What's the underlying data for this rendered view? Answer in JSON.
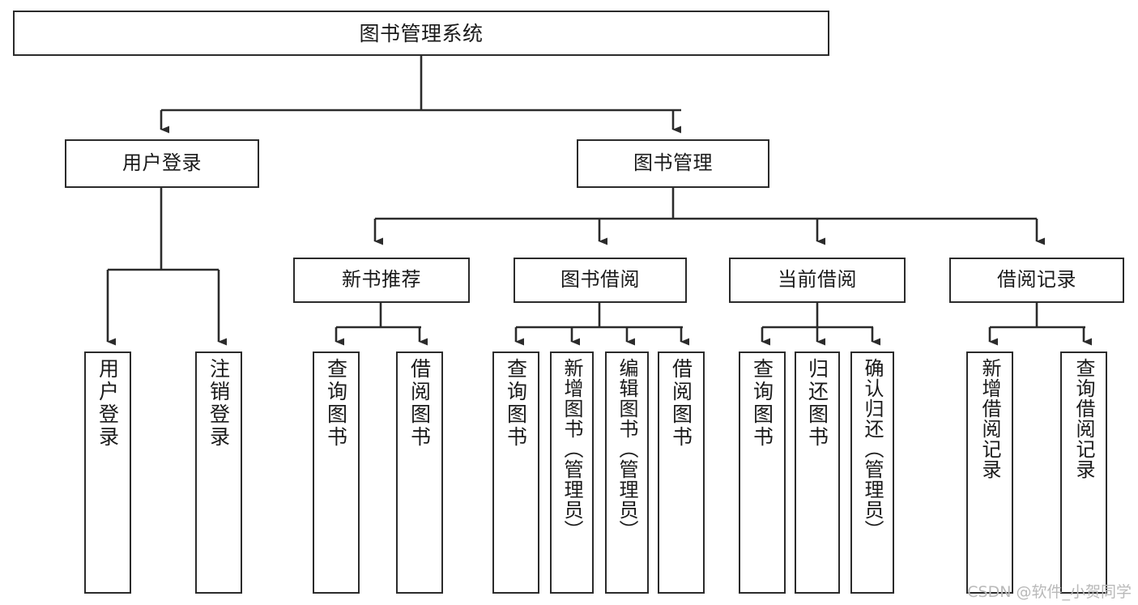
{
  "diagram": {
    "title": "图书管理系统",
    "type": "tree-hierarchy",
    "orientation": "top-down",
    "colors": {
      "box_border": "#2b2b2b",
      "box_fill": "#ffffff",
      "connector": "#2b2b2b",
      "text": "#1a1a1a",
      "watermark": "#b9b9b9",
      "background": "#ffffff"
    },
    "root": {
      "label": "图书管理系统"
    },
    "level1": [
      {
        "label": "用户登录"
      },
      {
        "label": "图书管理"
      }
    ],
    "level2": [
      {
        "label": "新书推荐"
      },
      {
        "label": "图书借阅"
      },
      {
        "label": "当前借阅"
      },
      {
        "label": "借阅记录"
      }
    ],
    "leaves": {
      "user_login": [
        {
          "label": "用户登录"
        },
        {
          "label": "注销登录"
        }
      ],
      "new_book_recommend": [
        {
          "label": "查询图书"
        },
        {
          "label": "借阅图书"
        }
      ],
      "book_borrow": [
        {
          "label": "查询图书"
        },
        {
          "label": "新增图书（管理员）"
        },
        {
          "label": "编辑图书（管理员）"
        },
        {
          "label": "借阅图书"
        }
      ],
      "current_borrow": [
        {
          "label": "查询图书"
        },
        {
          "label": "归还图书"
        },
        {
          "label": "确认归还（管理员）"
        }
      ],
      "borrow_record": [
        {
          "label": "新增借阅记录"
        },
        {
          "label": "查询借阅记录"
        }
      ]
    }
  },
  "watermark": {
    "text": "CSDN @软件_小贺同学"
  }
}
